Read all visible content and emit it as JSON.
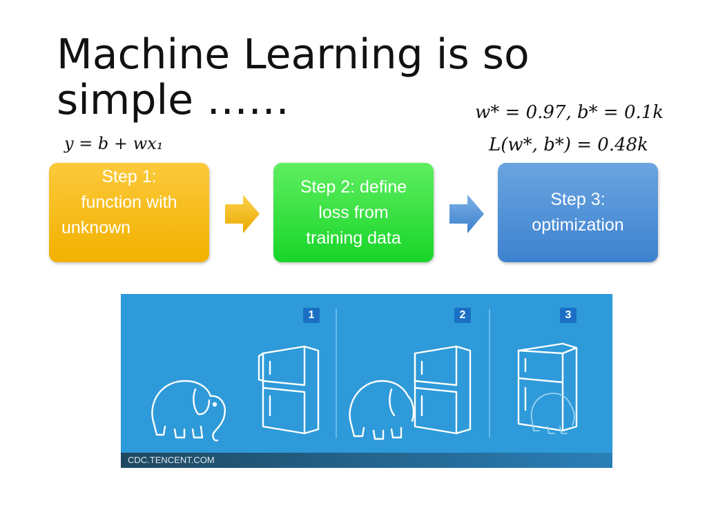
{
  "slide": {
    "title": "Machine Learning is so simple ……",
    "eq_function": "y = b + wx₁",
    "eq_params": "w* = 0.97, b* = 0.1k",
    "eq_loss": "L(w*, b*) = 0.48k"
  },
  "steps": [
    {
      "lines": [
        "Step 1:",
        "function with",
        "unknown"
      ],
      "color": "#f5b800"
    },
    {
      "lines": [
        "Step 2: define",
        "loss from",
        "training data"
      ],
      "color": "#22d730"
    },
    {
      "lines": [
        "Step 3:",
        "optimization"
      ],
      "color": "#4a8fd6"
    }
  ],
  "arrows": {
    "first_color": "#f2b000",
    "second_color": "#4a8fd6",
    "icon": "right-arrow-icon"
  },
  "illustration": {
    "panel_numbers": [
      "1",
      "2",
      "3"
    ],
    "caption": "CDC.TENCENT.COM",
    "background": "#2e9ad9",
    "icons": [
      "elephant-icon",
      "refrigerator-icon"
    ]
  }
}
